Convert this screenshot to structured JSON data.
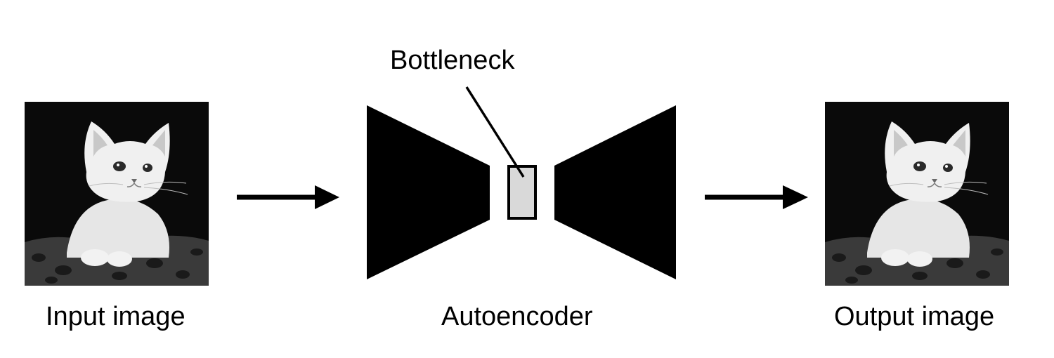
{
  "labels": {
    "input": "Input image",
    "autoencoder": "Autoencoder",
    "output": "Output image",
    "bottleneck": "Bottleneck"
  },
  "icons": {
    "input_image": "kitten-photo",
    "output_image": "kitten-photo",
    "arrow_in": "arrow-right-icon",
    "arrow_out": "arrow-right-icon",
    "encoder": "encoder-trapezoid",
    "decoder": "decoder-trapezoid",
    "bottleneck": "bottleneck-box"
  },
  "colors": {
    "shapes": "#000000",
    "bottleneck_fill": "#d9d9d9",
    "photo_background": "#0a0a0a",
    "kitten_fur": "#eeeeee"
  }
}
